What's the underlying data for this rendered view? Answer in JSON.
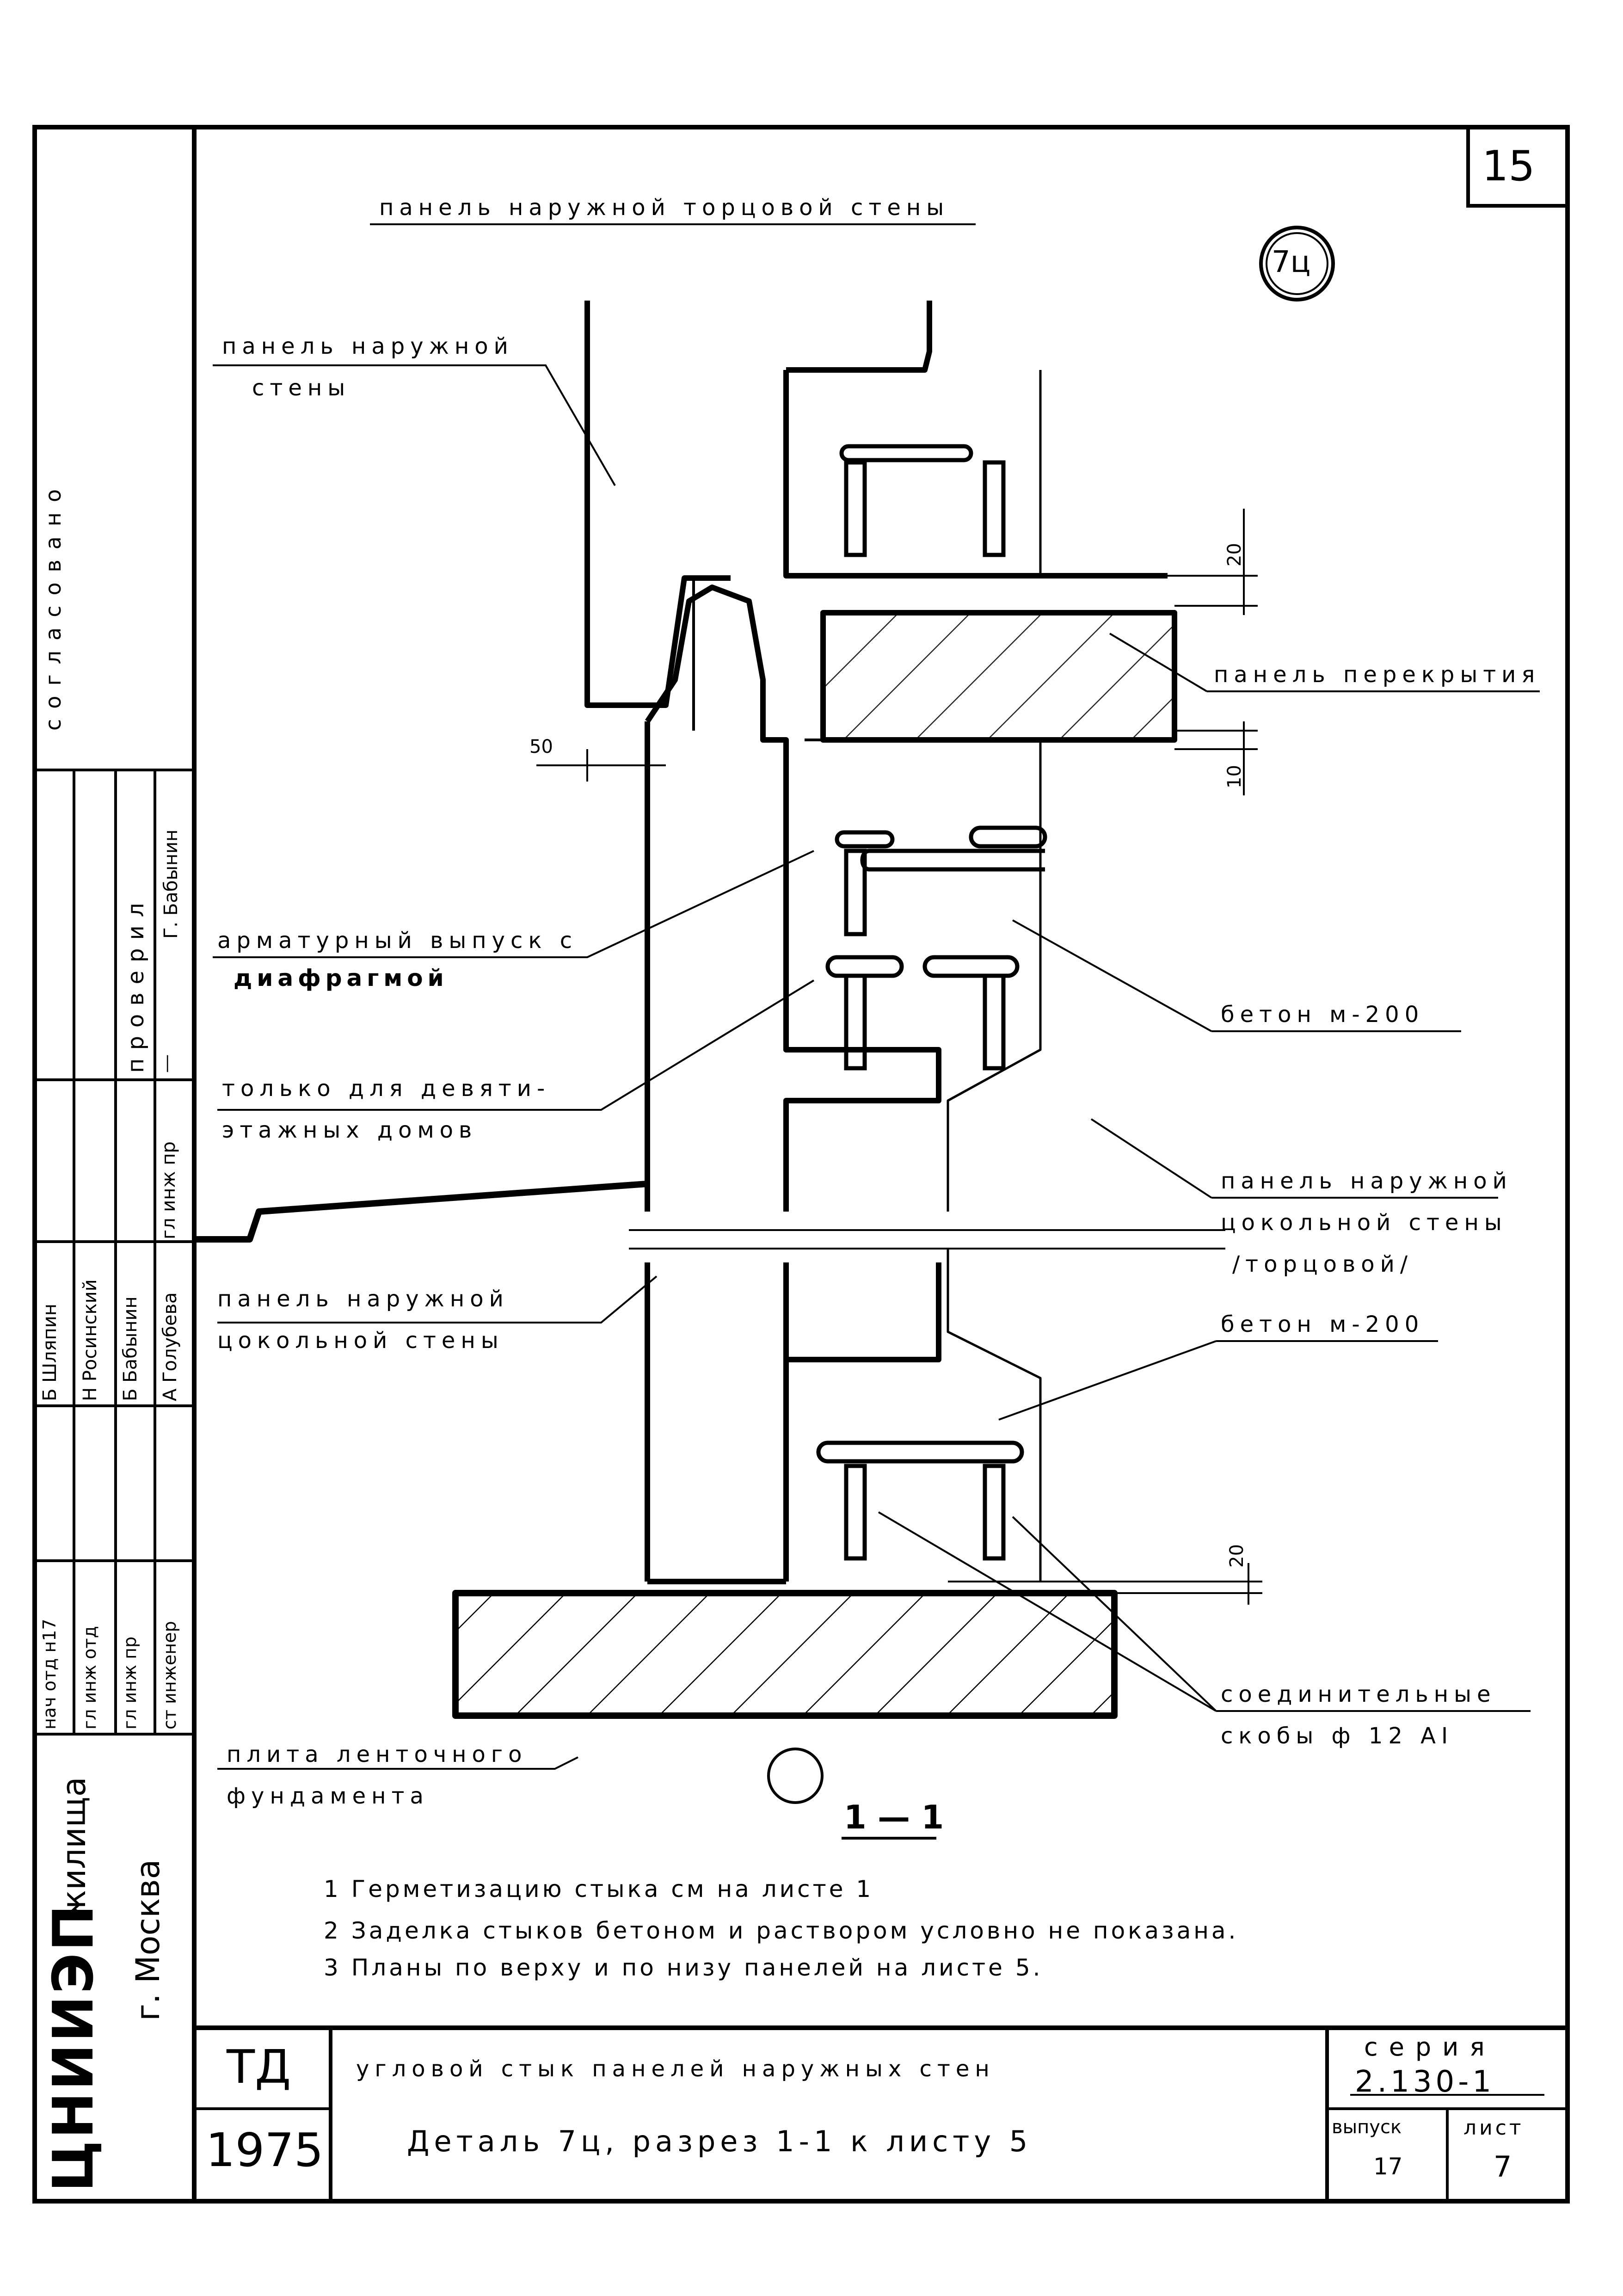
{
  "sheet_number": "15",
  "detail_mark": "7ц",
  "title_top": "панель наружной торцовой стены",
  "labels": {
    "outer_wall_panel_1": "панель наружной",
    "outer_wall_panel_2": "стены",
    "floor_panel": "панель перекрытия",
    "rebar_1": "арматурный выпуск с",
    "rebar_2": "диафрагмой",
    "concrete_1": "бетон м-200",
    "nine_storey_1": "только для девяти-",
    "nine_storey_2": "этажных домов",
    "plinth_end_1": "панель наружной",
    "plinth_end_2": "цокольной стены",
    "plinth_end_3": "/торцовой/",
    "plinth_panel_1": "панель наружной",
    "plinth_panel_2": "цокольной стены",
    "concrete_2": "бетон м-200",
    "brackets_1": "соединительные",
    "brackets_2": "скобы ф 12 AI",
    "foundation_1": "плита ленточного",
    "foundation_2": "фундамента"
  },
  "dimensions": {
    "d20_top": "20",
    "d10": "10",
    "d50": "50",
    "d20_bottom": "20"
  },
  "section_label": "1 — 1",
  "notes": [
    "1 Герметизацию стыка см на листе 1",
    "2 Заделка стыков бетоном и раствором условно не показана.",
    "3 Планы по верху и по низу панелей на листе 5."
  ],
  "side_block": {
    "approved": "согласовано",
    "checked": "проверил",
    "checked_role": "гл инж пр",
    "checked_name": "Г. Бабынин",
    "roles": [
      "нач отд н17",
      "гл инж отд",
      "гл инж пр",
      "ст инженер"
    ],
    "names": [
      "Б Шляпин",
      "Н Росинский",
      "Б Бабынин",
      "А Голубева"
    ],
    "org": "ЦНИИЭП",
    "org_sub": "жилища",
    "city": "г. Москва"
  },
  "title_block": {
    "stage": "ТД",
    "year": "1975",
    "line1": "угловой стык панелей наружных стен",
    "line2": "Деталь 7ц, разрез 1-1 к листу 5",
    "series_label": "серия",
    "series_value": "2.130-1",
    "issue_label": "выпуск",
    "issue_value": "17",
    "sheet_label": "лист",
    "sheet_value": "7"
  }
}
